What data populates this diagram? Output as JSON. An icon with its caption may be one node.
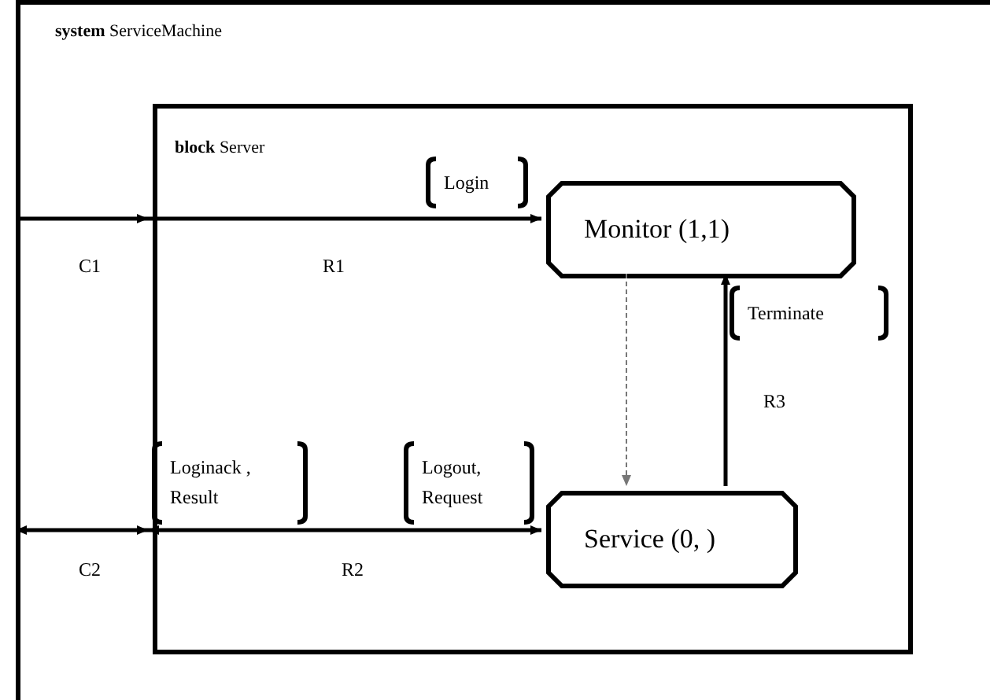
{
  "diagram": {
    "nodes": [
      {
        "text": [
          "**system** ServiceMachine"
        ]
      },
      {
        "text": [
          "**block** Server"
        ],
        "in": 0
      },
      {
        "text": [
          "Monitor (1,1)"
        ],
        "in": 1
      },
      {
        "text": [
          "Service (0, )"
        ],
        "in": 1
      }
    ],
    "edges": [
      {
        "from": null,
        "to": 1,
        "arrow": "to",
        "label": "C1"
      },
      {
        "from": 1,
        "to": 2,
        "arrow": "to",
        "label": "R1"
      },
      {
        "from": null,
        "to": 1,
        "arrow": "both",
        "label": "C2"
      },
      {
        "from": 1,
        "to": 3,
        "arrow": "both",
        "label": "R2"
      },
      {
        "from": 2,
        "to": 3,
        "arrow": "to",
        "style": "dashed",
        "color": "#777777"
      },
      {
        "from": 3,
        "to": 2,
        "arrow": "to",
        "label": "R3"
      }
    ],
    "labels": [
      "Login",
      "Loginack , Result",
      "Logout, Request",
      "Terminate"
    ]
  }
}
